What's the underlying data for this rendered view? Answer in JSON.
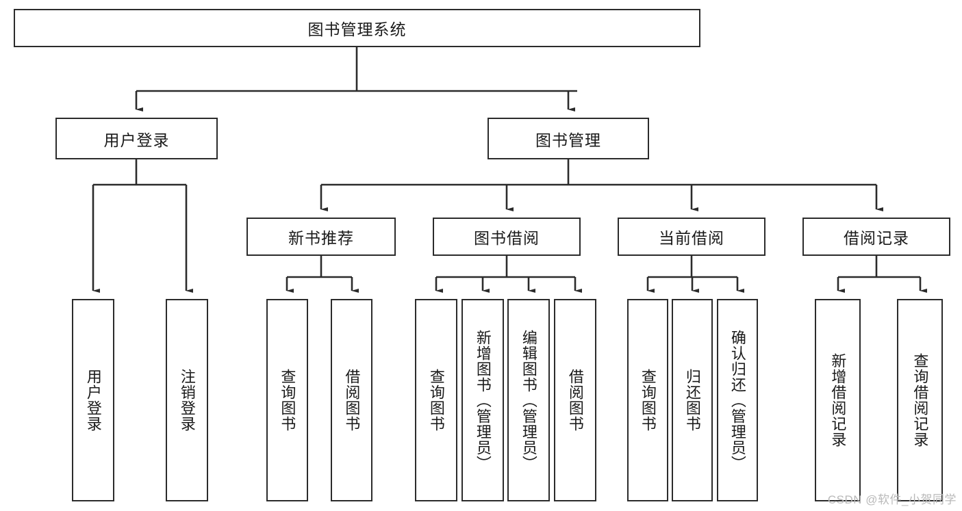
{
  "diagram": {
    "title": "图书管理系统",
    "watermark": "CSDN @软件_小贺同学",
    "colors": {
      "stroke": "#2b2b2b",
      "fill": "#ffffff",
      "text": "#1a1a1a",
      "watermark": "#b9b9b9"
    },
    "nodes": {
      "root": "图书管理系统",
      "user_login": "用户登录",
      "book_manage": "图书管理",
      "new_book_recommend": "新书推荐",
      "book_borrow": "图书借阅",
      "current_borrow": "当前借阅",
      "borrow_record": "借阅记录",
      "leaf_user_login": "用户登录",
      "leaf_logout_login": "注销登录",
      "leaf_query_book_1": "查询图书",
      "leaf_borrow_book_1": "借阅图书",
      "leaf_query_book_2": "查询图书",
      "leaf_add_book_admin": "新增图书（管理员）",
      "leaf_edit_book_admin": "编辑图书（管理员）",
      "leaf_borrow_book_2": "借阅图书",
      "leaf_query_book_3": "查询图书",
      "leaf_return_book": "归还图书",
      "leaf_confirm_return_admin": "确认归还（管理员）",
      "leaf_add_borrow_record": "新增借阅记录",
      "leaf_query_borrow_record": "查询借阅记录"
    }
  }
}
